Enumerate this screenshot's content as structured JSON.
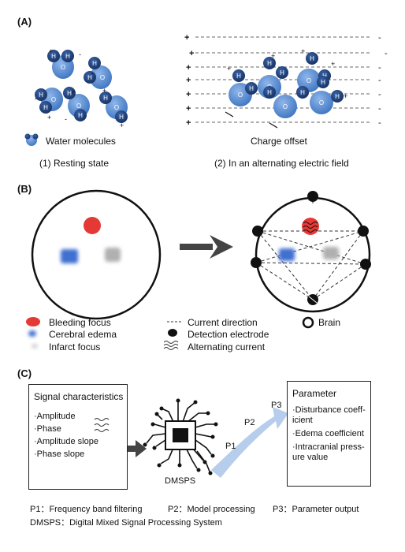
{
  "panel_a": {
    "label": "(A)",
    "legend_label": "Water molecules",
    "offset_label": "Charge offset",
    "caption_left": "(1)  Resting state",
    "caption_right": "(2)  In an alternating electric field"
  },
  "panel_b": {
    "label": "(B)",
    "legend": {
      "bleeding": "Bleeding focus",
      "edema": "Cerebral edema",
      "infarct": "Infarct focus",
      "current_direction": "Current direction",
      "electrode": "Detection electrode",
      "alternating": "Alternating current",
      "brain": "Brain"
    }
  },
  "panel_c": {
    "label": "(C)",
    "signal_box": {
      "title": "Signal characteristics",
      "items": [
        "·Amplitude",
        "·Phase",
        "·Amplitude slope",
        "·Phase slope"
      ]
    },
    "chip_label": "DMSPS",
    "arrow_labels": [
      "P1",
      "P2",
      "P3"
    ],
    "parameter_box": {
      "title": "Parameter",
      "items": [
        "·Disturbance coeff-icient",
        "·Edema coefficient",
        "·Intracranial press-ure value"
      ]
    },
    "footnote_line1": [
      "P1：Frequency band filtering",
      "P2：Model processing",
      "P3：Parameter output"
    ],
    "footnote_line2": "DMSPS：Digital Mixed Signal Processing System"
  },
  "colors": {
    "water_dark": "#1f3f7a",
    "water_light": "#5b8fd0",
    "bleeding": "#e53935",
    "edema": "#3f6fd0",
    "infarct": "#b0b0b0",
    "arrow_gray": "#444444",
    "flow_blue": "#a9c4e8"
  }
}
